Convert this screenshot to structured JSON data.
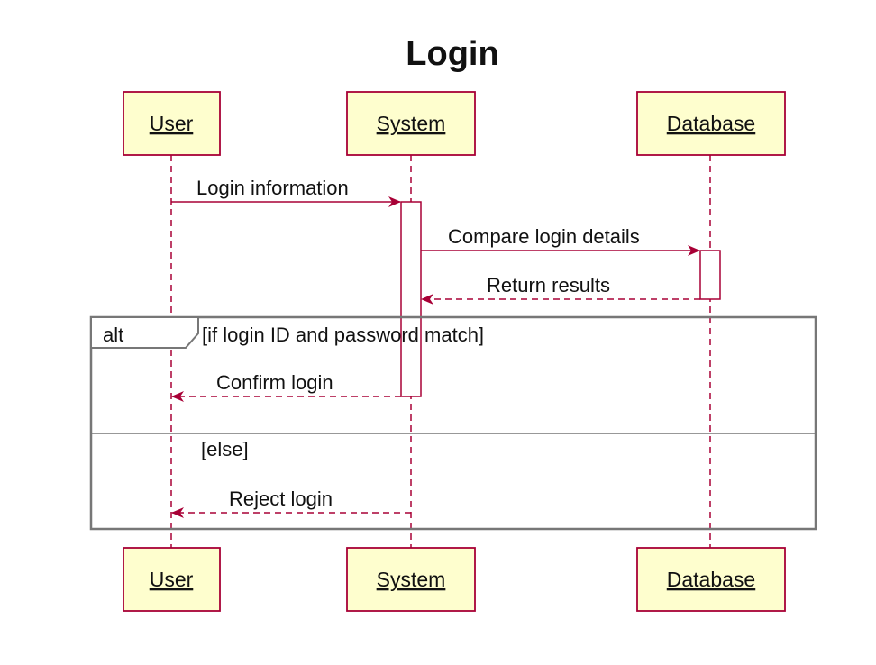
{
  "diagram": {
    "title": "Login",
    "participants": [
      {
        "id": "user",
        "label": "User"
      },
      {
        "id": "system",
        "label": "System"
      },
      {
        "id": "database",
        "label": "Database"
      }
    ],
    "messages": [
      {
        "from": "User",
        "to": "System",
        "label": "Login information",
        "style": "solid"
      },
      {
        "from": "System",
        "to": "Database",
        "label": "Compare login details",
        "style": "solid"
      },
      {
        "from": "Database",
        "to": "System",
        "label": "Return results",
        "style": "dashed"
      },
      {
        "from": "System",
        "to": "User",
        "label": "Confirm login",
        "style": "dashed"
      },
      {
        "from": "System",
        "to": "User",
        "label": "Reject login",
        "style": "dashed"
      }
    ],
    "fragment": {
      "operator": "alt",
      "guard_if": "[if login ID and password match]",
      "guard_else": "[else]"
    },
    "colors": {
      "participant_fill": "#fefece",
      "participant_border": "#a80036",
      "lifeline": "#a80036",
      "arrow": "#a80036",
      "frame": "#777777"
    }
  }
}
